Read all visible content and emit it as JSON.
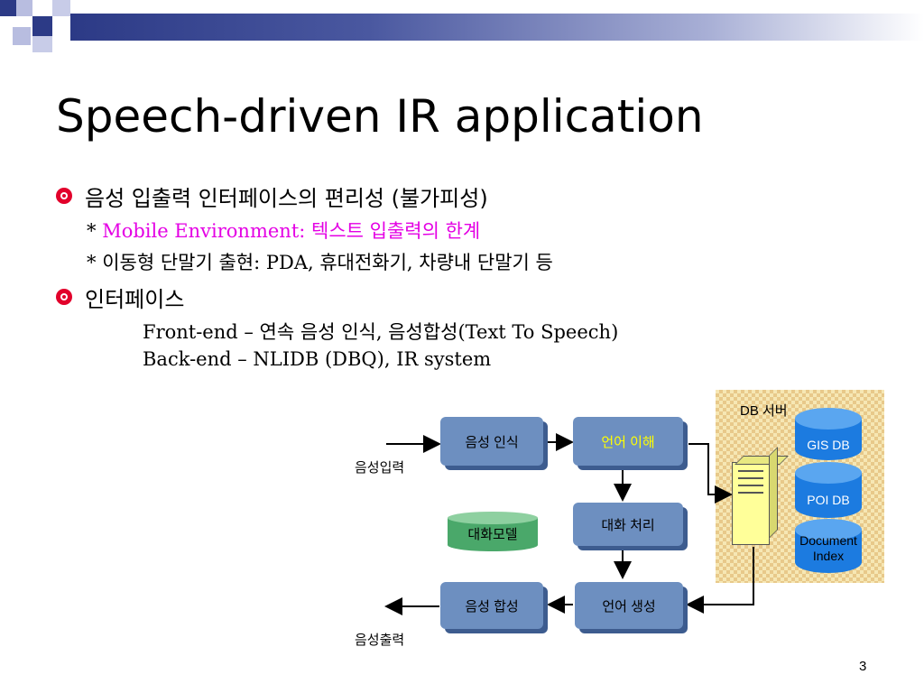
{
  "slide": {
    "title": "Speech-driven IR application",
    "page_number": "3"
  },
  "bullets": [
    {
      "text": "음성 입출력 인터페이스의 편리성 (불가피성)",
      "sub": [
        {
          "prefix": "* ",
          "highlight": "Mobile Environment: 텍스트 입출력의 한계",
          "rest": ""
        },
        {
          "prefix": "* ",
          "highlight": "",
          "rest": "이동형 단말기 출현: PDA, 휴대전화기, 차량내 단말기 등"
        }
      ]
    },
    {
      "text": "인터페이스",
      "sub": [
        {
          "prefix": "",
          "highlight": "",
          "rest": "Front-end – 연속 음성 인식, 음성합성(Text To Speech)"
        },
        {
          "prefix": "",
          "highlight": "",
          "rest": "Back-end – NLIDB (DBQ), IR system"
        }
      ]
    }
  ],
  "diagram": {
    "input_label": "음성입력",
    "output_label": "음성출력",
    "boxes": {
      "speech_recognition": "음성 인식",
      "language_understanding": "언어 이해",
      "dialog_processing": "대화 처리",
      "speech_synthesis": "음성 합성",
      "language_generation": "언어 생성"
    },
    "dialog_model": "대화모델",
    "db_server": "DB 서버",
    "databases": [
      "GIS DB",
      "POI DB",
      "Document Index"
    ]
  },
  "colors": {
    "accent_pink": "#e400e4",
    "bullet_red": "#e2002b",
    "box_blue": "#6d8fc0",
    "highlight_yellow": "#ffff00"
  }
}
